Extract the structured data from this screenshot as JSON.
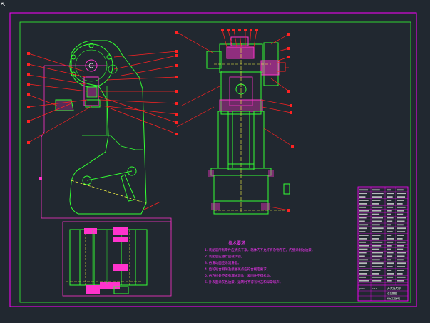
{
  "app": {
    "window_type": "cad-drawing-viewport",
    "corner_glyph": "↖",
    "colors": {
      "background": "#212830",
      "frame": "#ff00ff",
      "geometry": "#33ff33",
      "leaders": "#ff2222",
      "parts": "#ff33cc",
      "text_notes": "#ff33ff",
      "centerline": "#ffff44",
      "title_block_text": "#ffffff"
    }
  },
  "drawing": {
    "notes": {
      "heading": "技术要求",
      "lines": [
        "1. 装配前所有零件应清洗干净，箱体内不允许有杂物存在，内壁涂耐油油漆。",
        "2. 装配后应进行空载试验。",
        "3. 各滑动面应涂润滑脂。",
        "4. 齿轮啮合侧隙及接触斑点应符合规定要求。",
        "5. 各连接处不得有漏油现象，紧固件不得松动。",
        "6. 外表面涂灰色油漆，运转时不得有冲击和异常噪声。"
      ]
    },
    "title_block": {
      "title_main": "开式压力机",
      "title_sub": "总装配图",
      "school": "机械工程学院",
      "drawing_no": "JX-00",
      "scale": "1:10"
    }
  }
}
